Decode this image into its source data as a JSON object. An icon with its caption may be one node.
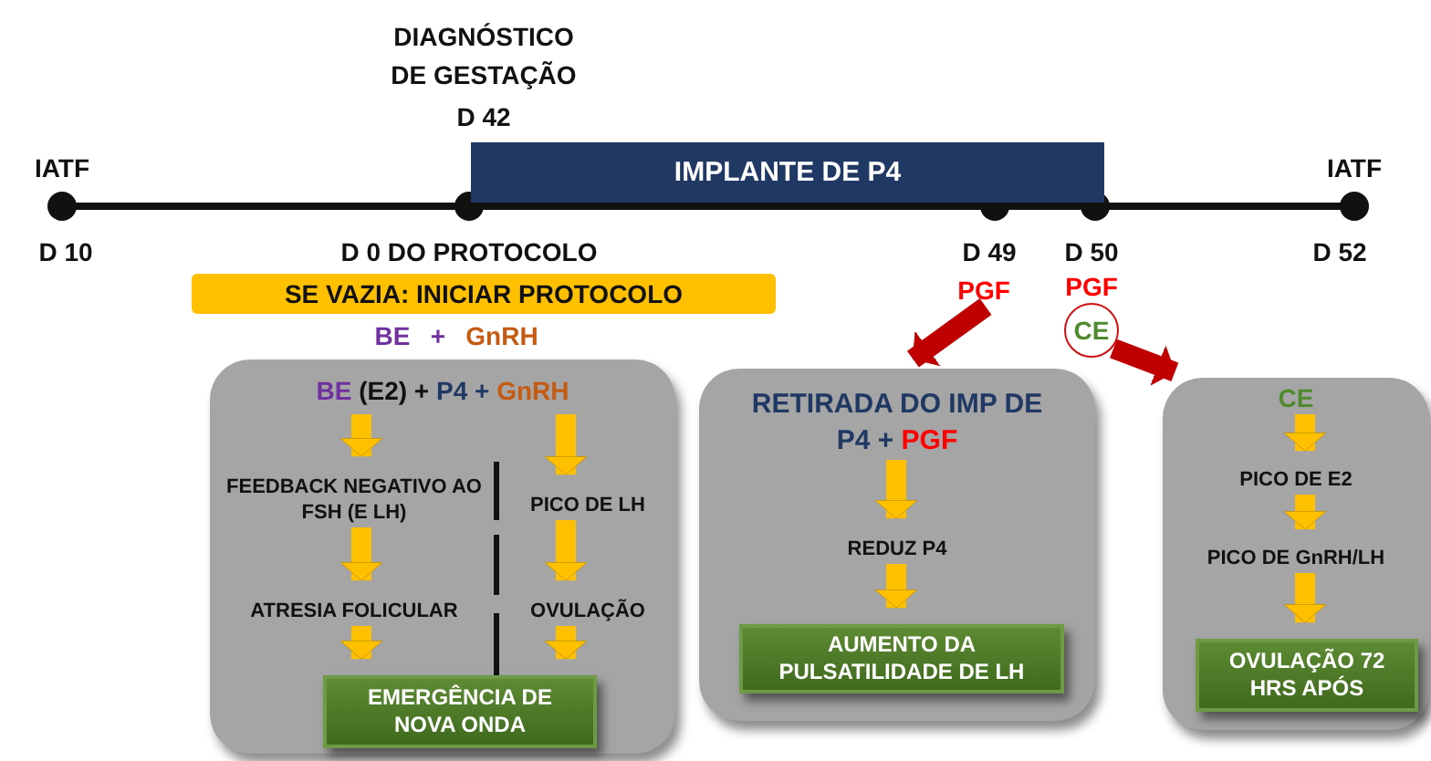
{
  "diagram": {
    "nodes": [
      {
        "text": [
          "IMPLANTE DE P4"
        ]
      },
      {
        "text": [
          "SE VAZIA: INICIAR PROTOCOLO"
        ],
        "beside": [
          "BE",
          "+",
          "GnRH"
        ]
      },
      {
        "text": [
          "PGF"
        ]
      },
      {
        "text": [
          "CE"
        ],
        "beside": [
          "PGF"
        ]
      },
      {
        "text": [],
        "shape": "box"
      },
      {
        "text": [
          "BE",
          "(E2) +",
          "P4 +",
          "GnRH"
        ],
        "in": 4
      },
      {
        "text": [
          "FEEDBACK NEGATIVO AO FSH (E LH)"
        ],
        "in": 4
      },
      {
        "text": [
          "ATRESIA FOLICULAR"
        ],
        "in": 4
      },
      {
        "text": [
          "PICO DE LH"
        ],
        "in": 4
      },
      {
        "text": [
          "OVULAÇÃO"
        ],
        "in": 4
      },
      {
        "text": [
          "EMERGÊNCIA DE NOVA ONDA"
        ],
        "in": 4
      },
      {
        "text": [],
        "shape": "box"
      },
      {
        "text": [
          "RETIRADA DO IMP DE P4 +",
          "PGF"
        ],
        "in": 11
      },
      {
        "text": [
          "REDUZ P4"
        ],
        "in": 11
      },
      {
        "text": [
          "AUMENTO DA PULSATILIDADE DE LH"
        ],
        "in": 11
      },
      {
        "text": [],
        "shape": "box"
      },
      {
        "text": [
          "CE"
        ],
        "in": 15
      },
      {
        "text": [
          "PICO DE E2"
        ],
        "in": 15
      },
      {
        "text": [
          "PICO DE GnRH/LH"
        ],
        "in": 15
      },
      {
        "text": [
          "OVULAÇÃO 72 HRS APÓS"
        ],
        "in": 15
      }
    ],
    "edges": [
      {
        "from": 5,
        "to": 6,
        "arrow": "to"
      },
      {
        "from": 5,
        "to": 8,
        "arrow": "to"
      },
      {
        "from": 6,
        "to": 7,
        "arrow": "to"
      },
      {
        "from": 8,
        "to": 9,
        "arrow": "to"
      },
      {
        "from": 7,
        "to": 10,
        "arrow": "to"
      },
      {
        "from": 9,
        "to": 10,
        "arrow": "to"
      },
      {
        "from": 12,
        "to": 13,
        "arrow": "to"
      },
      {
        "from": 13,
        "to": 14,
        "arrow": "to"
      },
      {
        "from": 16,
        "to": 17,
        "arrow": "to"
      },
      {
        "from": 17,
        "to": 18,
        "arrow": "to"
      },
      {
        "from": 18,
        "to": 19,
        "arrow": "to"
      },
      {
        "from": 2,
        "to": 11,
        "arrow": "to",
        "color": "#c00000"
      },
      {
        "from": 3,
        "to": 15,
        "arrow": "to",
        "color": "#c00000"
      }
    ],
    "labels": [
      "DIAGNÓSTICO DE GESTAÇÃO",
      "D 42",
      "IATF",
      "IATF",
      "D 10",
      "D 0 DO PROTOCOLO",
      "D 49",
      "D 50",
      "D 52"
    ]
  }
}
